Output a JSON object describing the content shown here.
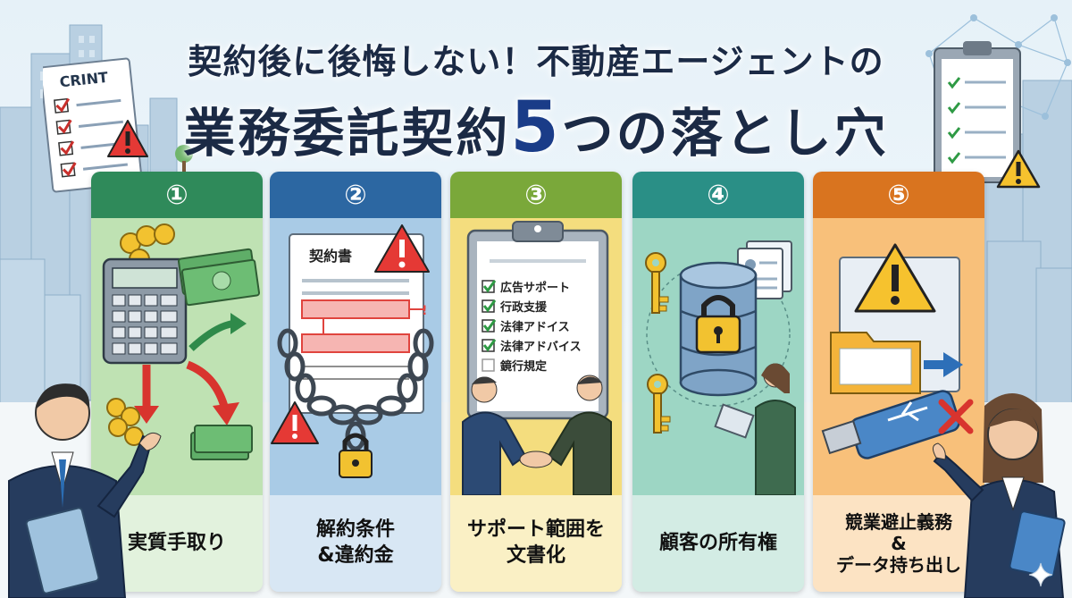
{
  "title": {
    "line1": "契約後に後悔しない！不動産エージェントの",
    "line2_prefix": "業務委託契約",
    "line2_number": "5",
    "line2_suffix": "つの落とし穴"
  },
  "decor": {
    "left_clipboard_label": "CRINT"
  },
  "panels": [
    {
      "number": "①",
      "label_lines": [
        "実質手取り"
      ],
      "header_color": "#2f8a5a",
      "body_color": "#bfe2b3"
    },
    {
      "number": "②",
      "label_lines": [
        "解約条件",
        "&違約金"
      ],
      "header_color": "#2c67a2",
      "body_color": "#a9cbe6",
      "document_title": "契約書"
    },
    {
      "number": "③",
      "label_lines": [
        "サポート範囲を",
        "文書化"
      ],
      "header_color": "#7aa83a",
      "body_color": "#f4dd7e",
      "checklist": [
        "広告サポート",
        "行政支援",
        "法律アドイス",
        "法律アドバイス",
        "鏡行規定"
      ]
    },
    {
      "number": "④",
      "label_lines": [
        "顧客の所有権"
      ],
      "header_color": "#2a8f86",
      "body_color": "#9dd6c4"
    },
    {
      "number": "⑤",
      "label_lines": [
        "競業避止義務",
        "&",
        "データ持ち出し"
      ],
      "header_color": "#d9741f",
      "body_color": "#f8c07a"
    }
  ],
  "icons": [
    "warning-icon",
    "lock-icon",
    "key-icon",
    "database-icon",
    "usb-icon",
    "calculator-icon",
    "coin-icon",
    "money-icon",
    "handshake-icon",
    "clipboard-icon",
    "chain-icon"
  ]
}
